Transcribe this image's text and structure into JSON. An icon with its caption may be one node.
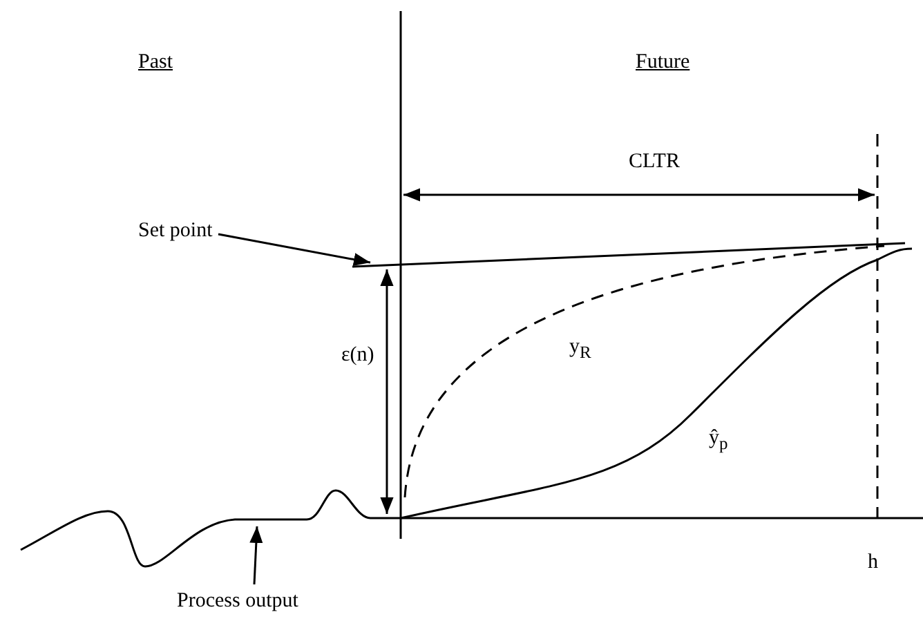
{
  "diagram": {
    "nodes": [
      {
        "text": [
          "Set point"
        ]
      },
      {
        "text": [
          "Process output"
        ]
      },
      {
        "text": [],
        "shape": "line"
      }
    ],
    "edges": [
      {
        "from": 0,
        "to": null,
        "arrow": "to"
      },
      {
        "from": 1,
        "to": 2,
        "arrow": "to"
      }
    ],
    "labels": [
      "Past",
      "Future",
      "CLTR",
      "ε(n)",
      "y$_{R}$",
      "ŷ$_{p}$",
      "h"
    ]
  }
}
